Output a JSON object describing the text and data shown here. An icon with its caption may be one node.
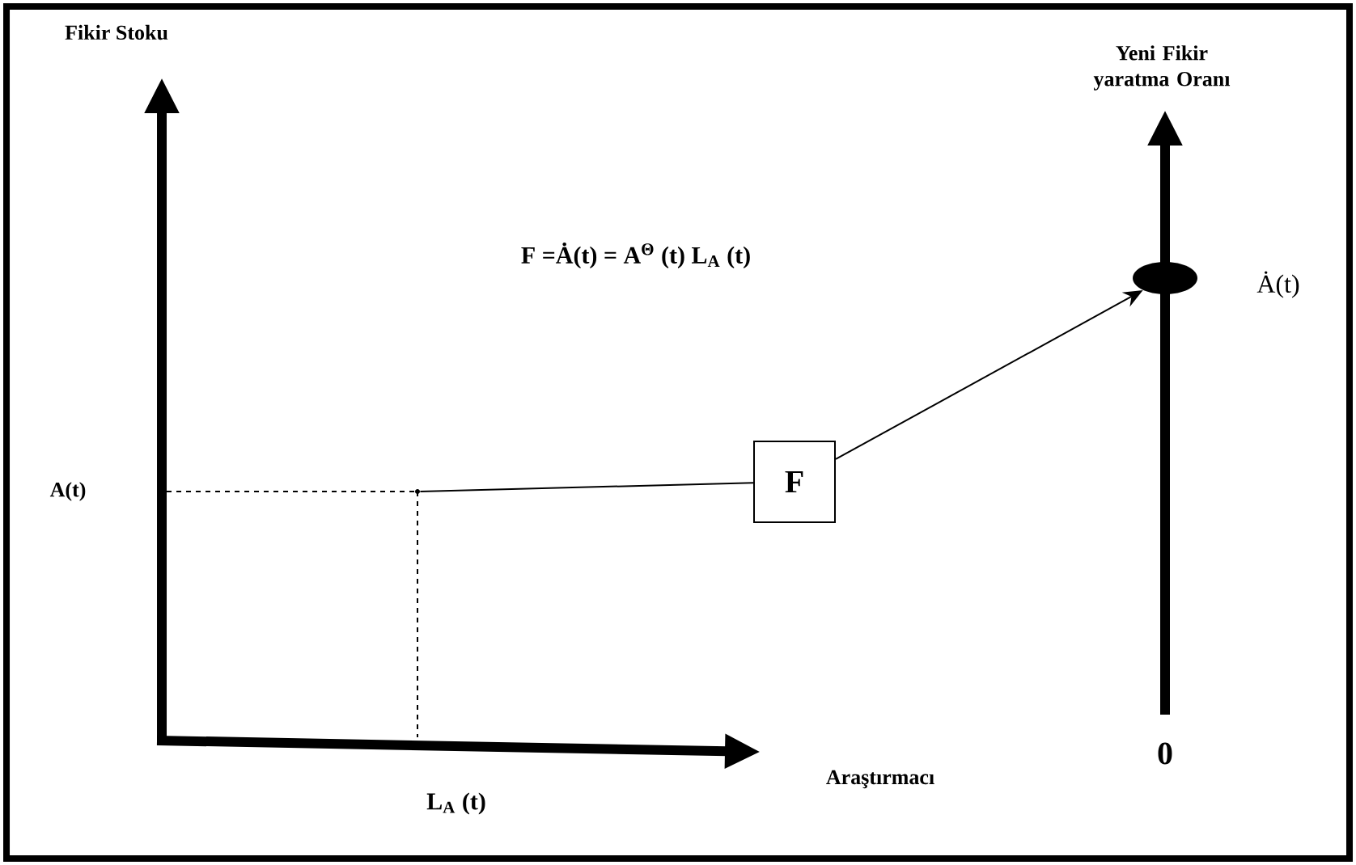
{
  "diagram": {
    "nodes": [
      {
        "text": [],
        "shape": "point"
      },
      {
        "text": [
          "F"
        ]
      },
      {
        "text": [],
        "shape": "ellipse"
      }
    ],
    "edges": [
      {
        "from": 0,
        "to": 1,
        "arrow": "none"
      },
      {
        "from": 1,
        "to": 2,
        "arrow": "to"
      }
    ],
    "labels": [
      "Fikir Stoku",
      "Yeni Fikir yaratma Oranı",
      "F =Ȧ(t) =  A$^{Θ}$ (t) L$_{A}$ (t)",
      "Ȧ(t)",
      "A(t)",
      "0",
      "Araştırmacı",
      "L$_{A}$ (t)"
    ]
  }
}
